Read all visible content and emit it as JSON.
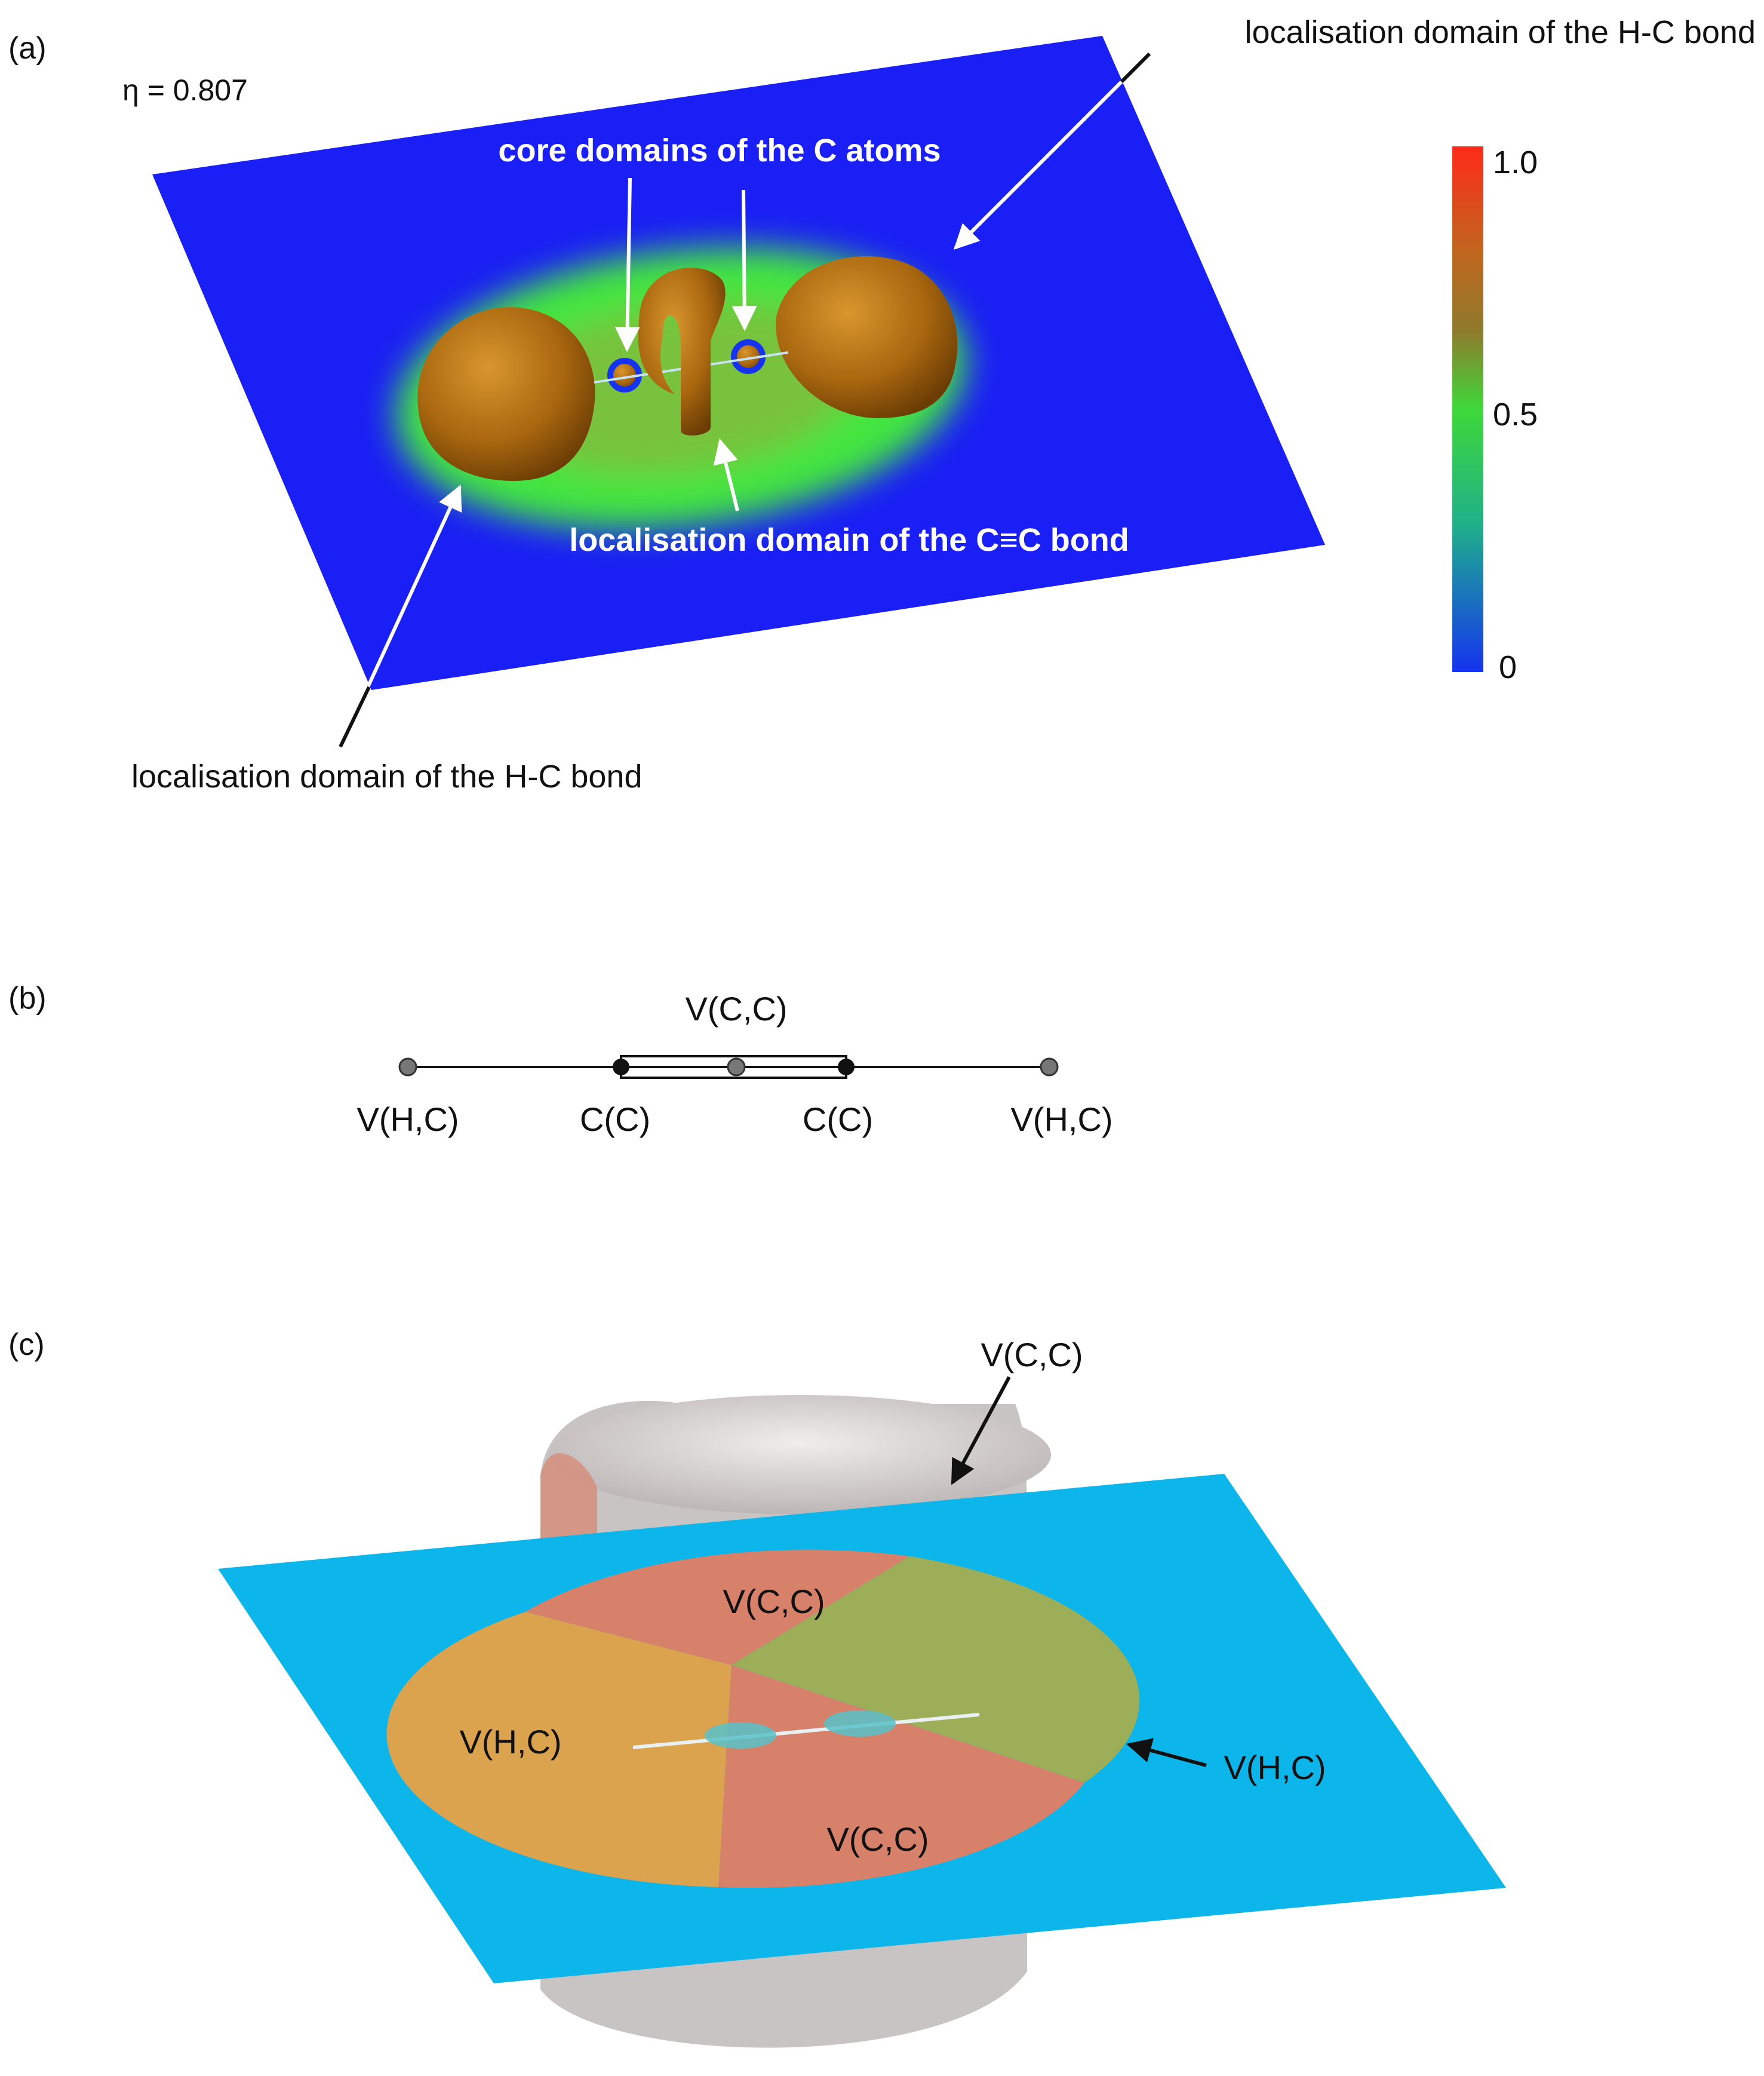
{
  "panel_a": {
    "label": "(a)",
    "eta": "η = 0.807",
    "ann_core": "core domains of the C atoms",
    "ann_hc_top": "localisation domain of the H-C bond",
    "ann_cc": "localisation domain of the C≡C bond",
    "ann_hc_bottom": "localisation domain of the H-C bond",
    "colorbar": {
      "max": "1.0",
      "mid": "0.5",
      "min": "0",
      "colors": [
        "#ff2a1a",
        "#c0661e",
        "#8f7a2c",
        "#3fd83a",
        "#1fb08a",
        "#1533f0"
      ]
    },
    "colors": {
      "plane": "#1a1ff5",
      "halo": "#43e640",
      "lobe": "#a9670f"
    }
  },
  "panel_b": {
    "label": "(b)",
    "top_label": "V(C,C)",
    "bottom_labels": [
      "V(H,C)",
      "C(C)",
      "C(C)",
      "V(H,C)"
    ]
  },
  "panel_c": {
    "label": "(c)",
    "top_callout": "V(C,C)",
    "right_callout": "V(H,C)",
    "region_left": "V(H,C)",
    "region_top": "V(C,C)",
    "region_bottom": "V(C,C)",
    "colors": {
      "plane": "#0cb6ea",
      "cylinder": "#c9c4c4",
      "left_region": "#dca34f",
      "right_region": "#9dae58",
      "cc_region": "#d7816b"
    }
  }
}
